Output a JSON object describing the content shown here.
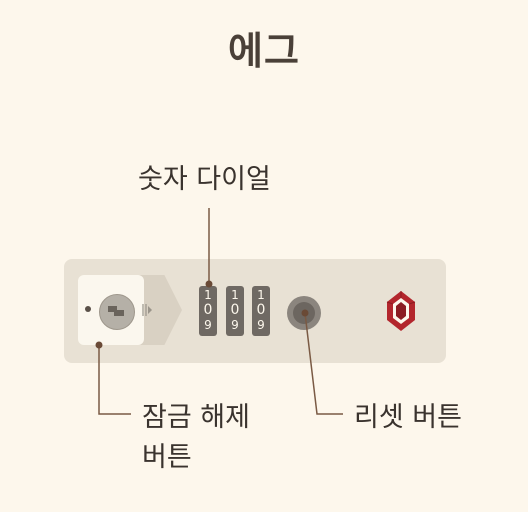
{
  "title": "에그",
  "labels": {
    "dial": "숫자 다이얼",
    "release": "잠금 해제 버튼",
    "reset": "리셋 버튼"
  },
  "dials": [
    {
      "top": "1",
      "mid": "0",
      "bottom": "9"
    },
    {
      "top": "1",
      "mid": "0",
      "bottom": "9"
    },
    {
      "top": "1",
      "mid": "0",
      "bottom": "9"
    }
  ],
  "colors": {
    "background": "#fdf7ec",
    "lock_body": "#e8e1d4",
    "dial": "#6f6963",
    "leader": "#7a5a44",
    "tsa_red": "#b3262d"
  }
}
